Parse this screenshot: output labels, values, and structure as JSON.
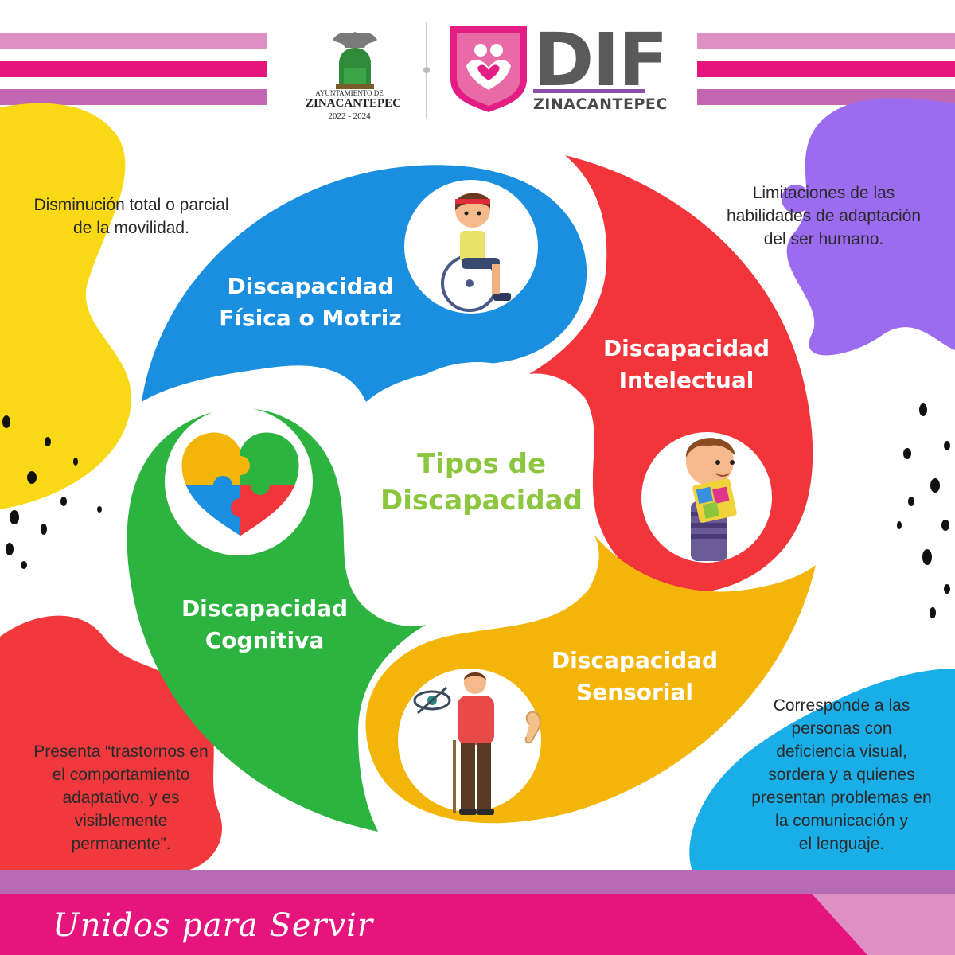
{
  "header": {
    "municipality_label": "AYUNTAMIENTO DE",
    "municipality_name": "ZINACANTEPEC",
    "period": "2022 - 2024",
    "dif_logo_text": "DIF",
    "dif_logo_sub": "ZINACANTEPEC"
  },
  "center": {
    "title_line1": "Tipos de",
    "title_line2": "Discapacidad"
  },
  "types": [
    {
      "label_line1": "Discapacidad",
      "label_line2": "Física o Motriz",
      "description_lines": [
        "Disminución total o parcial",
        "de la movilidad."
      ],
      "color": "#1a8fe0",
      "icon": "wheelchair-boy-icon"
    },
    {
      "label_line1": "Discapacidad",
      "label_line2": "Intelectual",
      "description_lines": [
        "Limitaciones de las",
        "habilidades de adaptación",
        "del ser humano."
      ],
      "color": "#f2343b",
      "icon": "boy-with-puzzle-icon"
    },
    {
      "label_line1": "Discapacidad",
      "label_line2": "Sensorial",
      "description_lines": [
        "Corresponde a las",
        "personas con",
        "deficiencia visual,",
        "sordera y a quienes",
        "presentan problemas en",
        "la comunicación y",
        "el lenguaje."
      ],
      "color": "#f4b50a",
      "icon": "elderly-man-eye-ear-icon"
    },
    {
      "label_line1": "Discapacidad",
      "label_line2": "Cognitiva",
      "description_lines": [
        "Presenta “trastornos en",
        "el comportamiento",
        "adaptativo, y es",
        "visiblemente",
        "permanente”."
      ],
      "color": "#2db33f",
      "icon": "puzzle-heart-icon"
    }
  ],
  "footer": {
    "slogan": "Unidos para Servir"
  },
  "colors": {
    "magenta": "#e5157d",
    "pink_light": "#de8fc4",
    "purple_band": "#b86bb5",
    "yellow_blob": "#f9d816",
    "purple_blob": "#9b6bf0",
    "red_blob": "#f1383d",
    "cyan_blob": "#1aaee8"
  }
}
